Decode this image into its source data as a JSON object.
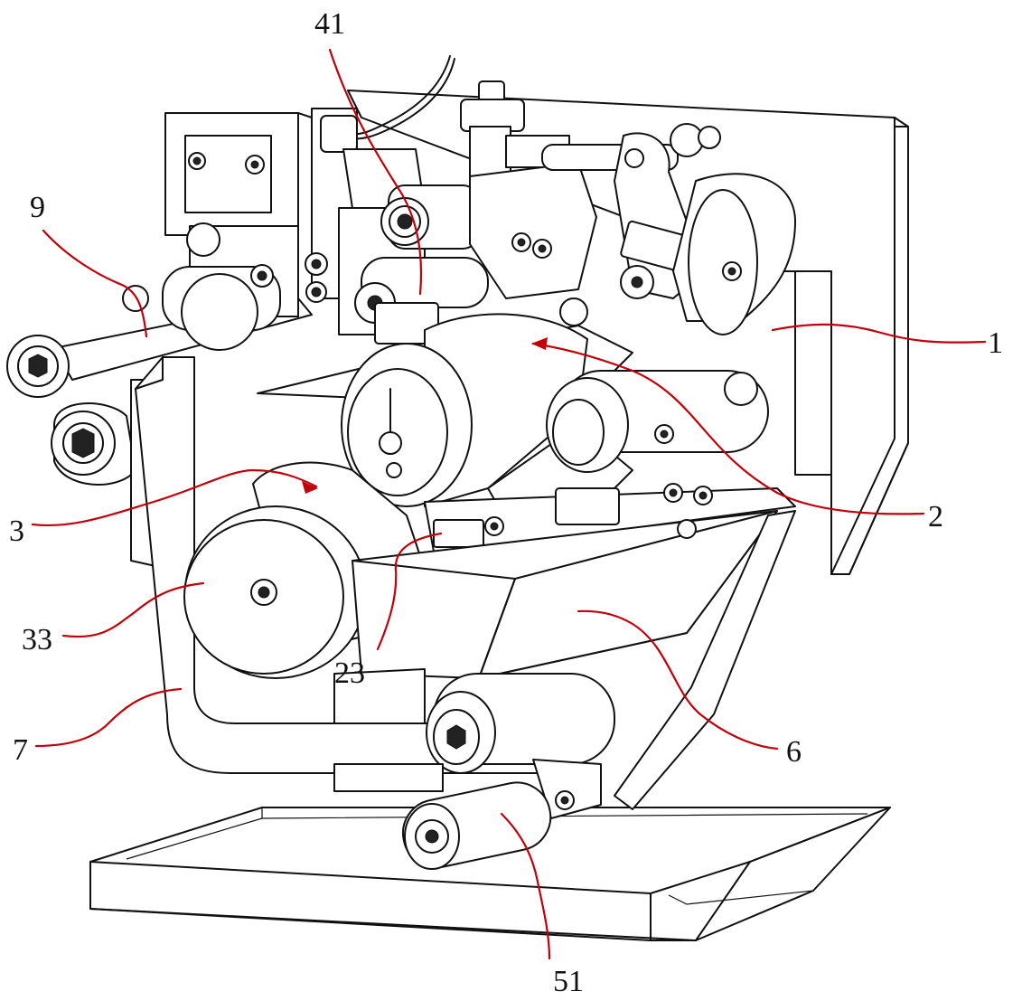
{
  "figure": {
    "leader_color": "#c0000a",
    "line_color": "#111111",
    "background": "#ffffff"
  },
  "labels": {
    "l41": "41",
    "l9": "9",
    "l1": "1",
    "l2": "2",
    "l3": "3",
    "l33": "33",
    "l23": "23",
    "l7": "7",
    "l6": "6",
    "l51": "51"
  }
}
